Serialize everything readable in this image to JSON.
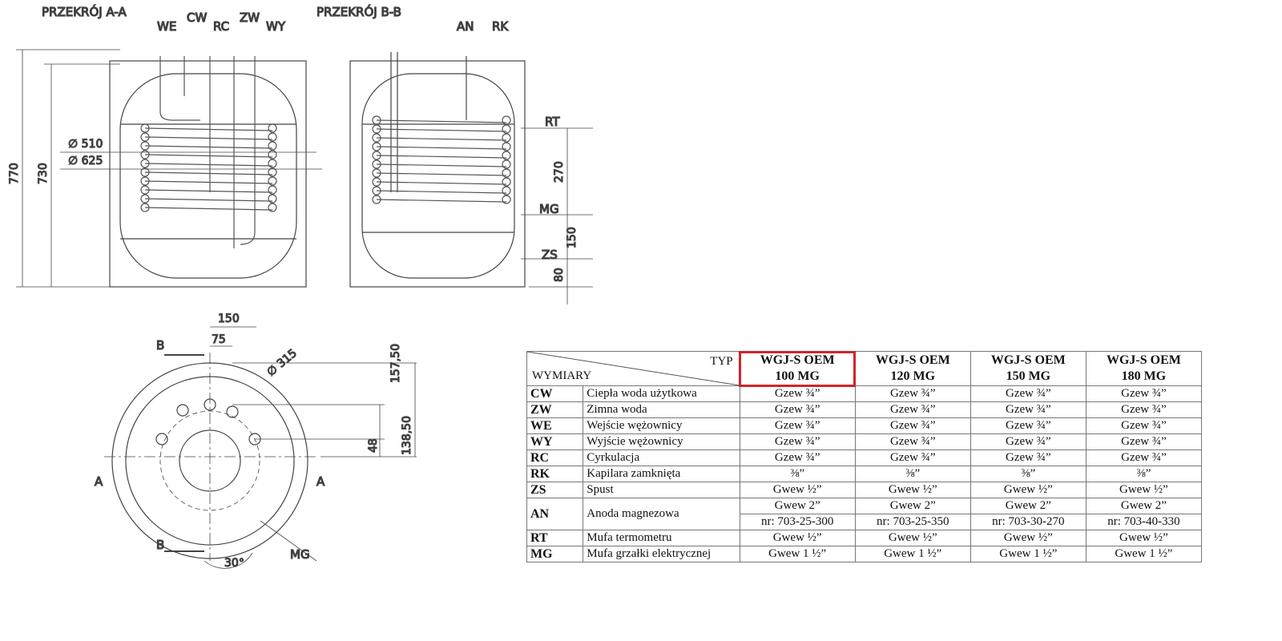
{
  "drawing": {
    "section_aa": {
      "title": "PRZEKRÓJ A-A",
      "labels": [
        "WE",
        "CW",
        "RC",
        "ZW",
        "WY"
      ],
      "dims": {
        "h1": "770",
        "h2": "730",
        "d1": "∅ 510",
        "d2": "∅ 625"
      }
    },
    "section_bb": {
      "title": "PRZEKRÓJ B-B",
      "labels": {
        "an": "AN",
        "rk": "RK",
        "rt": "RT",
        "mg": "MG",
        "zs": "ZS"
      },
      "dims": {
        "d270": "270",
        "d150": "150",
        "d80": "80"
      }
    },
    "top_view": {
      "dims": {
        "d150": "150",
        "d75": "75",
        "d315": "∅ 315",
        "d157": "157,50",
        "d138": "138,50",
        "d48": "48",
        "angle": "30°"
      },
      "labels": {
        "a1": "A",
        "a2": "A",
        "b1": "B",
        "b2": "B",
        "mg": "MG"
      }
    }
  },
  "table": {
    "corner_top": "TYP",
    "corner_bottom": "WYMIARY",
    "models": [
      {
        "line1": "WGJ-S OEM",
        "line2": "100 MG",
        "highlighted": true
      },
      {
        "line1": "WGJ-S OEM",
        "line2": "120 MG",
        "highlighted": false
      },
      {
        "line1": "WGJ-S OEM",
        "line2": "150 MG",
        "highlighted": false
      },
      {
        "line1": "WGJ-S OEM",
        "line2": "180 MG",
        "highlighted": false
      }
    ],
    "highlight_color": "#d0242c",
    "rows": [
      {
        "code": "CW",
        "desc": "Ciepła woda użytkowa",
        "values": [
          "Gzew ¾”",
          "Gzew ¾”",
          "Gzew ¾”",
          "Gzew ¾”"
        ]
      },
      {
        "code": "ZW",
        "desc": "Zimna woda",
        "values": [
          "Gzew ¾”",
          "Gzew ¾”",
          "Gzew ¾”",
          "Gzew ¾”"
        ]
      },
      {
        "code": "WE",
        "desc": "Wejście wężownicy",
        "values": [
          "Gzew ¾”",
          "Gzew ¾”",
          "Gzew ¾”",
          "Gzew ¾”"
        ]
      },
      {
        "code": "WY",
        "desc": "Wyjście wężownicy",
        "values": [
          "Gzew ¾”",
          "Gzew ¾”",
          "Gzew ¾”",
          "Gzew ¾”"
        ]
      },
      {
        "code": "RC",
        "desc": "Cyrkulacja",
        "values": [
          "Gzew ¾”",
          "Gzew ¾”",
          "Gzew ¾”",
          "Gzew ¾”"
        ]
      },
      {
        "code": "RK",
        "desc": "Kapilara zamknięta",
        "values": [
          "⅜”",
          "⅜”",
          "⅜”",
          "⅜”"
        ]
      },
      {
        "code": "ZS",
        "desc": "Spust",
        "values": [
          "Gwew ½”",
          "Gwew ½”",
          "Gwew ½”",
          "Gwew ½”"
        ]
      },
      {
        "code": "AN",
        "desc": "Anoda magnezowa",
        "values": [
          "Gwew 2”",
          "Gwew 2”",
          "Gwew 2”",
          "Gwew 2”"
        ],
        "values2": [
          "nr: 703-25-300",
          "nr: 703-25-350",
          "nr: 703-30-270",
          "nr: 703-40-330"
        ]
      },
      {
        "code": "RT",
        "desc": "Mufa termometru",
        "values": [
          "Gwew ½”",
          "Gwew ½”",
          "Gwew ½”",
          "Gwew ½”"
        ]
      },
      {
        "code": "MG",
        "desc": "Mufa grzałki elektrycznej",
        "values": [
          "Gwew 1 ½”",
          "Gwew 1 ½”",
          "Gwew 1 ½”",
          "Gwew 1 ½”"
        ]
      }
    ]
  }
}
